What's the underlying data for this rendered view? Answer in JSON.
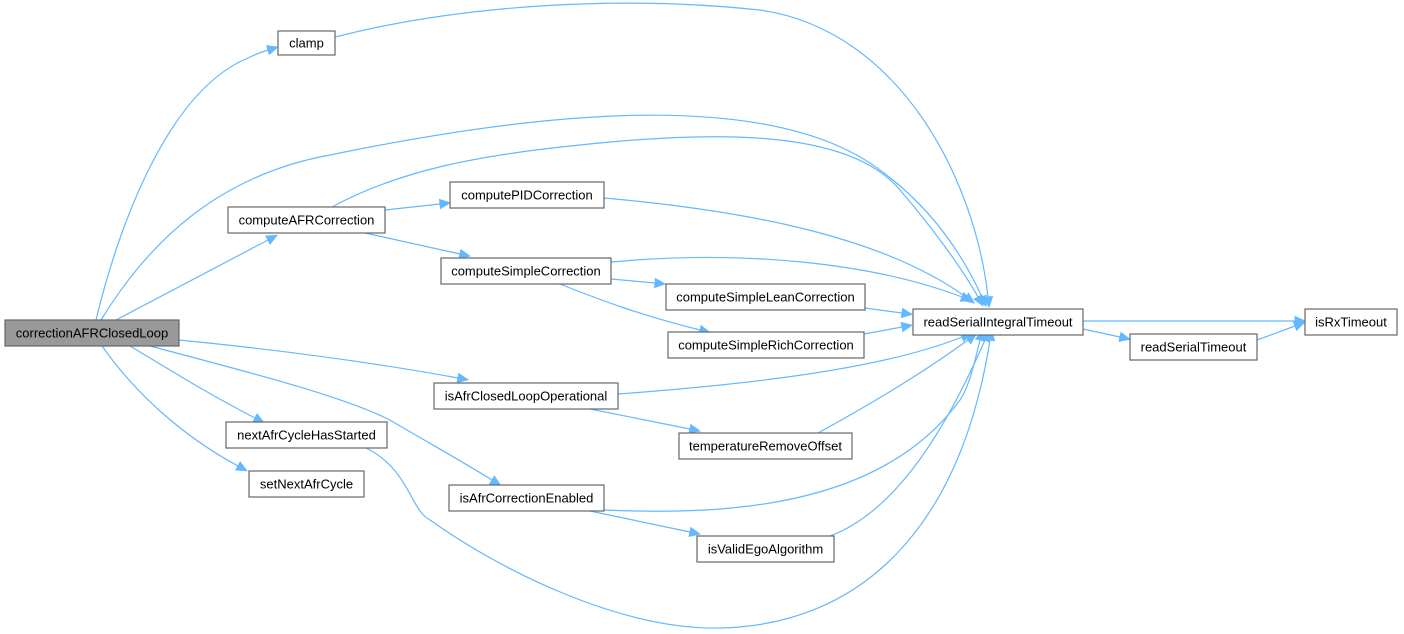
{
  "diagram": {
    "type": "call-graph",
    "colors": {
      "edge": "#63b8ff",
      "node_border": "#666666",
      "root_fill": "#999999",
      "node_fill": "#ffffff"
    },
    "nodes": [
      {
        "id": "correctionAFRClosedLoop",
        "label": "correctionAFRClosedLoop",
        "root": true
      },
      {
        "id": "clamp",
        "label": "clamp"
      },
      {
        "id": "computeAFRCorrection",
        "label": "computeAFRCorrection"
      },
      {
        "id": "computePIDCorrection",
        "label": "computePIDCorrection"
      },
      {
        "id": "computeSimpleCorrection",
        "label": "computeSimpleCorrection"
      },
      {
        "id": "computeSimpleLeanCorrection",
        "label": "computeSimpleLeanCorrection"
      },
      {
        "id": "computeSimpleRichCorrection",
        "label": "computeSimpleRichCorrection"
      },
      {
        "id": "readSerialIntegralTimeout",
        "label": "readSerialIntegralTimeout"
      },
      {
        "id": "readSerialTimeout",
        "label": "readSerialTimeout"
      },
      {
        "id": "isRxTimeout",
        "label": "isRxTimeout"
      },
      {
        "id": "isAfrClosedLoopOperational",
        "label": "isAfrClosedLoopOperational"
      },
      {
        "id": "temperatureRemoveOffset",
        "label": "temperatureRemoveOffset"
      },
      {
        "id": "nextAfrCycleHasStarted",
        "label": "nextAfrCycleHasStarted"
      },
      {
        "id": "setNextAfrCycle",
        "label": "setNextAfrCycle"
      },
      {
        "id": "isAfrCorrectionEnabled",
        "label": "isAfrCorrectionEnabled"
      },
      {
        "id": "isValidEgoAlgorithm",
        "label": "isValidEgoAlgorithm"
      }
    ],
    "edges": [
      {
        "from": "correctionAFRClosedLoop",
        "to": "clamp"
      },
      {
        "from": "correctionAFRClosedLoop",
        "to": "readSerialIntegralTimeout"
      },
      {
        "from": "correctionAFRClosedLoop",
        "to": "computeAFRCorrection"
      },
      {
        "from": "correctionAFRClosedLoop",
        "to": "isAfrClosedLoopOperational"
      },
      {
        "from": "correctionAFRClosedLoop",
        "to": "nextAfrCycleHasStarted"
      },
      {
        "from": "correctionAFRClosedLoop",
        "to": "setNextAfrCycle"
      },
      {
        "from": "correctionAFRClosedLoop",
        "to": "isAfrCorrectionEnabled"
      },
      {
        "from": "clamp",
        "to": "readSerialIntegralTimeout"
      },
      {
        "from": "computeAFRCorrection",
        "to": "readSerialIntegralTimeout"
      },
      {
        "from": "computeAFRCorrection",
        "to": "computePIDCorrection"
      },
      {
        "from": "computeAFRCorrection",
        "to": "computeSimpleCorrection"
      },
      {
        "from": "computePIDCorrection",
        "to": "readSerialIntegralTimeout"
      },
      {
        "from": "computeSimpleCorrection",
        "to": "readSerialIntegralTimeout"
      },
      {
        "from": "computeSimpleCorrection",
        "to": "computeSimpleLeanCorrection"
      },
      {
        "from": "computeSimpleCorrection",
        "to": "computeSimpleRichCorrection"
      },
      {
        "from": "computeSimpleLeanCorrection",
        "to": "readSerialIntegralTimeout"
      },
      {
        "from": "computeSimpleRichCorrection",
        "to": "readSerialIntegralTimeout"
      },
      {
        "from": "readSerialIntegralTimeout",
        "to": "isRxTimeout"
      },
      {
        "from": "readSerialIntegralTimeout",
        "to": "readSerialTimeout"
      },
      {
        "from": "readSerialTimeout",
        "to": "isRxTimeout"
      },
      {
        "from": "isAfrClosedLoopOperational",
        "to": "readSerialIntegralTimeout"
      },
      {
        "from": "isAfrClosedLoopOperational",
        "to": "temperatureRemoveOffset"
      },
      {
        "from": "temperatureRemoveOffset",
        "to": "readSerialIntegralTimeout"
      },
      {
        "from": "nextAfrCycleHasStarted",
        "to": "readSerialIntegralTimeout"
      },
      {
        "from": "isAfrCorrectionEnabled",
        "to": "readSerialIntegralTimeout"
      },
      {
        "from": "isAfrCorrectionEnabled",
        "to": "isValidEgoAlgorithm"
      },
      {
        "from": "isValidEgoAlgorithm",
        "to": "readSerialIntegralTimeout"
      }
    ]
  }
}
